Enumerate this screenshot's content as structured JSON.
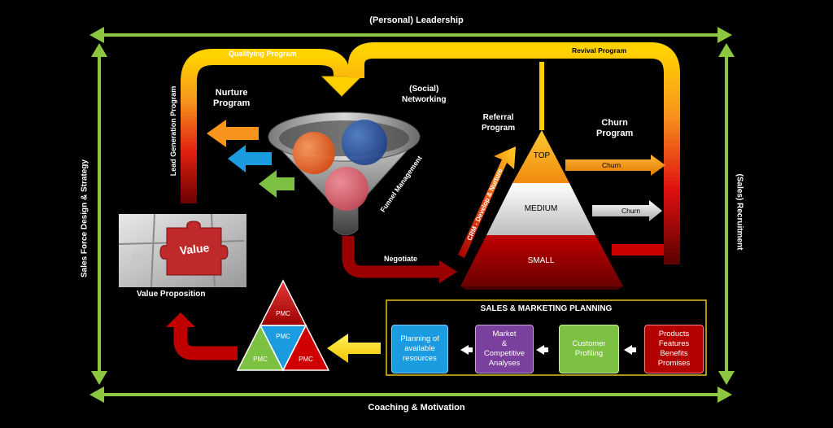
{
  "border": {
    "top": "(Personal)  Leadership",
    "bottom": "Coaching & Motivation",
    "left": "Sales Force Design & Strategy",
    "right": "(Sales) Recruitment"
  },
  "programs": {
    "qualifying": "Qualifying Program",
    "revival": "Revival Program",
    "lead_generation": "Lead Generation  Program",
    "nurture": "Nurture\nProgram",
    "networking": "(Social)\nNetworking",
    "referral": "Referral\nProgram",
    "churn_program": "Churn\nProgram",
    "funnel_management": "Funnel Management",
    "negotiate": "Negotiate",
    "crm": "CRM - Develop & Nurture",
    "churn_top": "Churn",
    "churn_medium": "Churn"
  },
  "pyramid": {
    "top": "TOP",
    "medium": "MEDIUM",
    "small": "SMALL"
  },
  "value": {
    "puzzle_text": "Value",
    "caption": "Value Proposition"
  },
  "pmc": {
    "top": "PMC",
    "center": "PMC",
    "left": "PMC",
    "right": "PMC"
  },
  "planning": {
    "title": "SALES & MARKETING PLANNING",
    "boxes": [
      "Planning of\navailable\nresources",
      "Market\n&\nCompetitive\nAnalyses",
      "Customer\nProfiling",
      "Products\nFeatures\nBenefits\nPromises"
    ]
  },
  "colors": {
    "border_green": "#8DC63F",
    "orange": "#F7941D",
    "blue": "#1B9CE0",
    "green": "#7DC142",
    "red": "#B30000",
    "purple": "#7B3F9E",
    "planning_border": "#E8C21A"
  }
}
